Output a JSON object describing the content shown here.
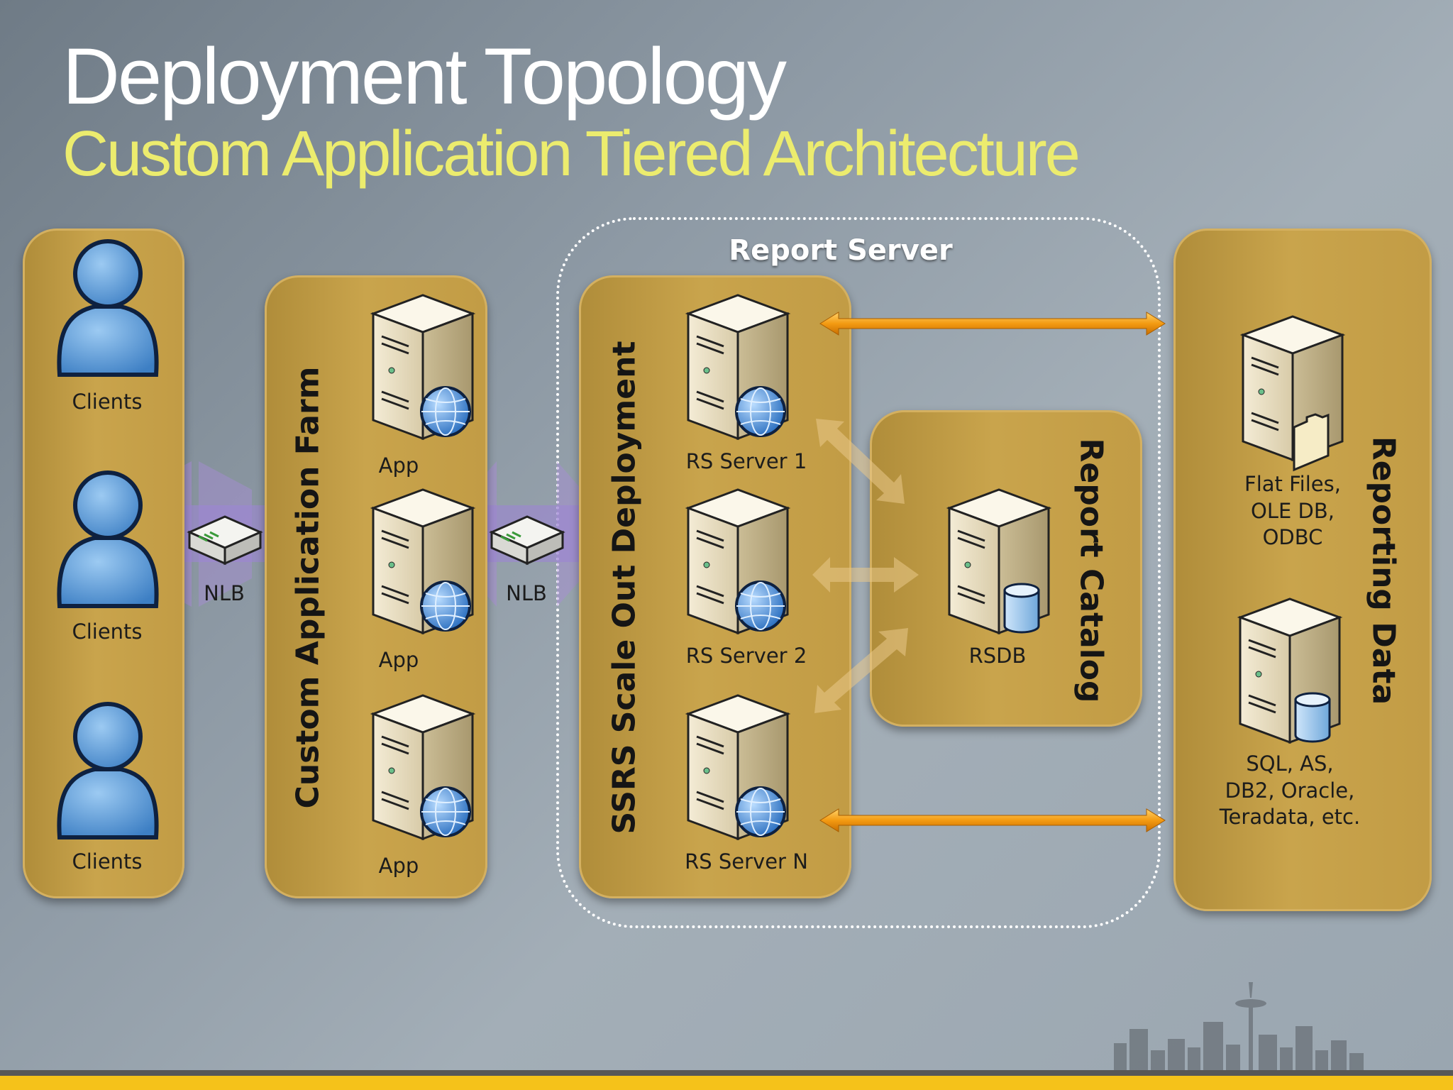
{
  "title": "Deployment Topology",
  "subtitle": "Custom Application Tiered Architecture",
  "clients": [
    "Clients",
    "Clients",
    "Clients"
  ],
  "nlb": [
    "NLB",
    "NLB"
  ],
  "app_farm": {
    "title": "Custom Application Farm",
    "servers": [
      "App",
      "App",
      "App"
    ]
  },
  "report_server": {
    "title": "Report Server",
    "scale_out_title": "SSRS Scale Out Deployment",
    "servers": [
      "RS Server 1",
      "RS Server 2",
      "RS Server N"
    ]
  },
  "report_catalog": {
    "title": "Report  Catalog",
    "db_label": "RSDB"
  },
  "reporting_data": {
    "title": "Reporting Data",
    "sources": [
      [
        "Flat Files,",
        "OLE DB,",
        "ODBC"
      ],
      [
        "SQL, AS,",
        "DB2, Oracle,",
        "Teradata, etc."
      ]
    ]
  },
  "colors": {
    "panel": "#c29c45",
    "subtitle": "#ecec6e",
    "arrow": "#f0a020",
    "user": "#5ba0dc",
    "bottom_bar": "#f5c21a"
  }
}
